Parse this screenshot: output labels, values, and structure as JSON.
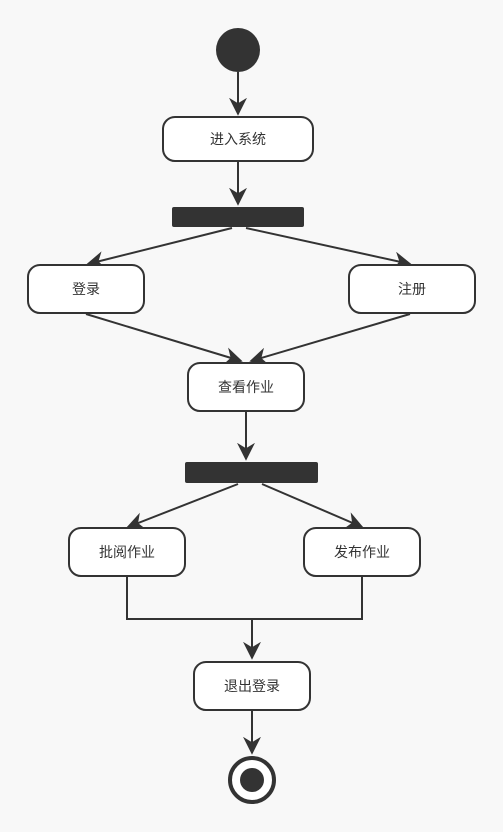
{
  "diagram": {
    "type": "activity",
    "nodes": {
      "enter": {
        "label": "进入系统"
      },
      "login": {
        "label": "登录"
      },
      "register": {
        "label": "注册"
      },
      "view": {
        "label": "查看作业"
      },
      "review": {
        "label": "批阅作业"
      },
      "publish": {
        "label": "发布作业"
      },
      "logout": {
        "label": "退出登录"
      }
    },
    "edges": [
      {
        "from": "start",
        "to": "enter"
      },
      {
        "from": "enter",
        "to": "fork1"
      },
      {
        "from": "fork1",
        "to": "login"
      },
      {
        "from": "fork1",
        "to": "register"
      },
      {
        "from": "login",
        "to": "view"
      },
      {
        "from": "register",
        "to": "view"
      },
      {
        "from": "view",
        "to": "fork2"
      },
      {
        "from": "fork2",
        "to": "review"
      },
      {
        "from": "fork2",
        "to": "publish"
      },
      {
        "from": "review",
        "to": "logout"
      },
      {
        "from": "publish",
        "to": "logout"
      },
      {
        "from": "logout",
        "to": "end"
      }
    ]
  },
  "colors": {
    "stroke": "#333333",
    "fill_dark": "#333333",
    "node_fill": "#ffffff",
    "background": "#f8f8f8",
    "text": "#333333"
  }
}
